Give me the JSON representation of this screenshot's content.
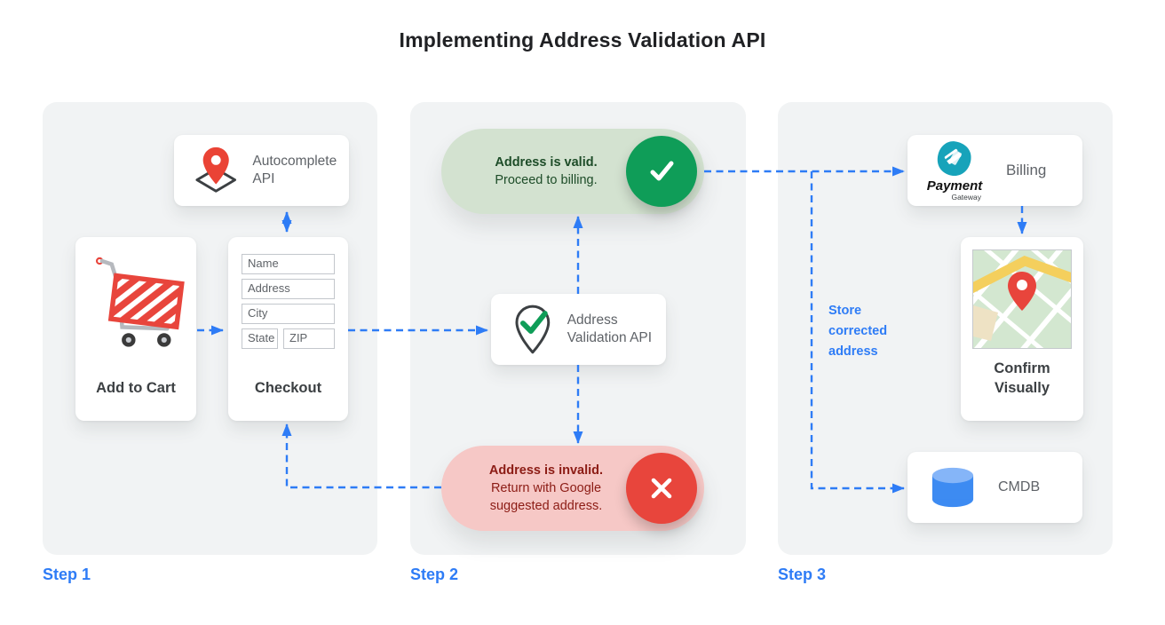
{
  "title": "Implementing Address Validation API",
  "step_labels": {
    "step1": "Step 1",
    "step2": "Step 2",
    "step3": "Step 3"
  },
  "step1": {
    "autocomplete_api": "Autocomplete API",
    "add_to_cart": "Add to Cart",
    "checkout": "Checkout",
    "fields": {
      "name": "Name",
      "address": "Address",
      "city": "City",
      "state": "State",
      "zip": "ZIP"
    }
  },
  "step2": {
    "valid_title": "Address is valid.",
    "valid_subtitle": "Proceed to billing.",
    "validation_api": "Address Validation API",
    "invalid_title": "Address is invalid.",
    "invalid_subtitle": "Return with Google suggested address."
  },
  "step3": {
    "billing": "Billing",
    "payment_logo_title": "Payment",
    "payment_logo_subtitle": "Gateway",
    "confirm_visually": "Confirm Visually",
    "cmdb": "CMDB",
    "store_note": "Store corrected address"
  },
  "colors": {
    "accent_blue": "#2e7cf6",
    "panel_bg": "#f1f3f4",
    "valid_green": "#0f9d58",
    "valid_pill_bg": "#d3e2d0",
    "valid_text": "#1d4c28",
    "invalid_red": "#e8453c",
    "invalid_pill_bg": "#f6c8c6",
    "invalid_text": "#8c1c15",
    "pin_red": "#ea4335",
    "payment_teal": "#17a3ba",
    "cmdb_blue": "#3d8bf2",
    "card_text_gray": "#5f6368"
  }
}
